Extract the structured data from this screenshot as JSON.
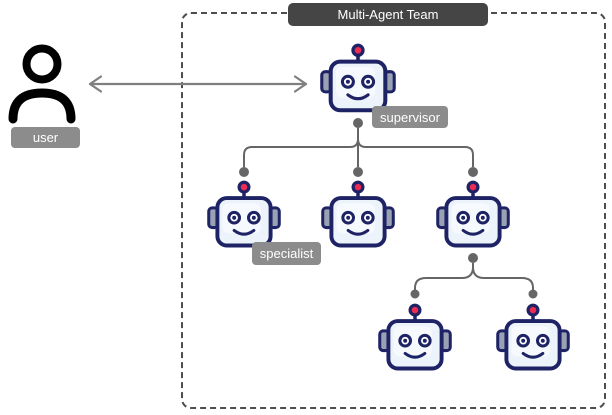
{
  "diagram": {
    "title": "Multi-Agent Team",
    "type": "hierarchy",
    "labels": {
      "user": "user",
      "supervisor": "supervisor",
      "specialist": "specialist"
    },
    "nodes": [
      {
        "id": "user",
        "kind": "person",
        "label": "user"
      },
      {
        "id": "supervisor",
        "kind": "robot",
        "label": "supervisor"
      },
      {
        "id": "specialist-1",
        "kind": "robot",
        "label": "specialist"
      },
      {
        "id": "specialist-2",
        "kind": "robot",
        "label": ""
      },
      {
        "id": "specialist-3",
        "kind": "robot",
        "label": ""
      },
      {
        "id": "worker-1",
        "kind": "robot",
        "label": ""
      },
      {
        "id": "worker-2",
        "kind": "robot",
        "label": ""
      }
    ],
    "edges": [
      {
        "from": "user",
        "to": "supervisor",
        "style": "double-headed-arrow"
      },
      {
        "from": "supervisor",
        "to": "specialist-1",
        "style": "tree"
      },
      {
        "from": "supervisor",
        "to": "specialist-2",
        "style": "tree"
      },
      {
        "from": "supervisor",
        "to": "specialist-3",
        "style": "tree"
      },
      {
        "from": "specialist-3",
        "to": "worker-1",
        "style": "tree"
      },
      {
        "from": "specialist-3",
        "to": "worker-2",
        "style": "tree"
      }
    ],
    "icons": [
      "user-icon",
      "robot-icon",
      "double-arrow-icon"
    ]
  },
  "colors": {
    "title_bg": "#454545",
    "label_bg": "#8c8c8c",
    "border_dashed": "#4d4d4d",
    "connector": "#666666",
    "arrow": "#7f7f7f",
    "person": "#000000",
    "robot_outline": "#1d2365",
    "robot_face": "#edf3fb",
    "robot_ear": "#9aa1b2",
    "robot_antenna": "#ee2b52"
  }
}
